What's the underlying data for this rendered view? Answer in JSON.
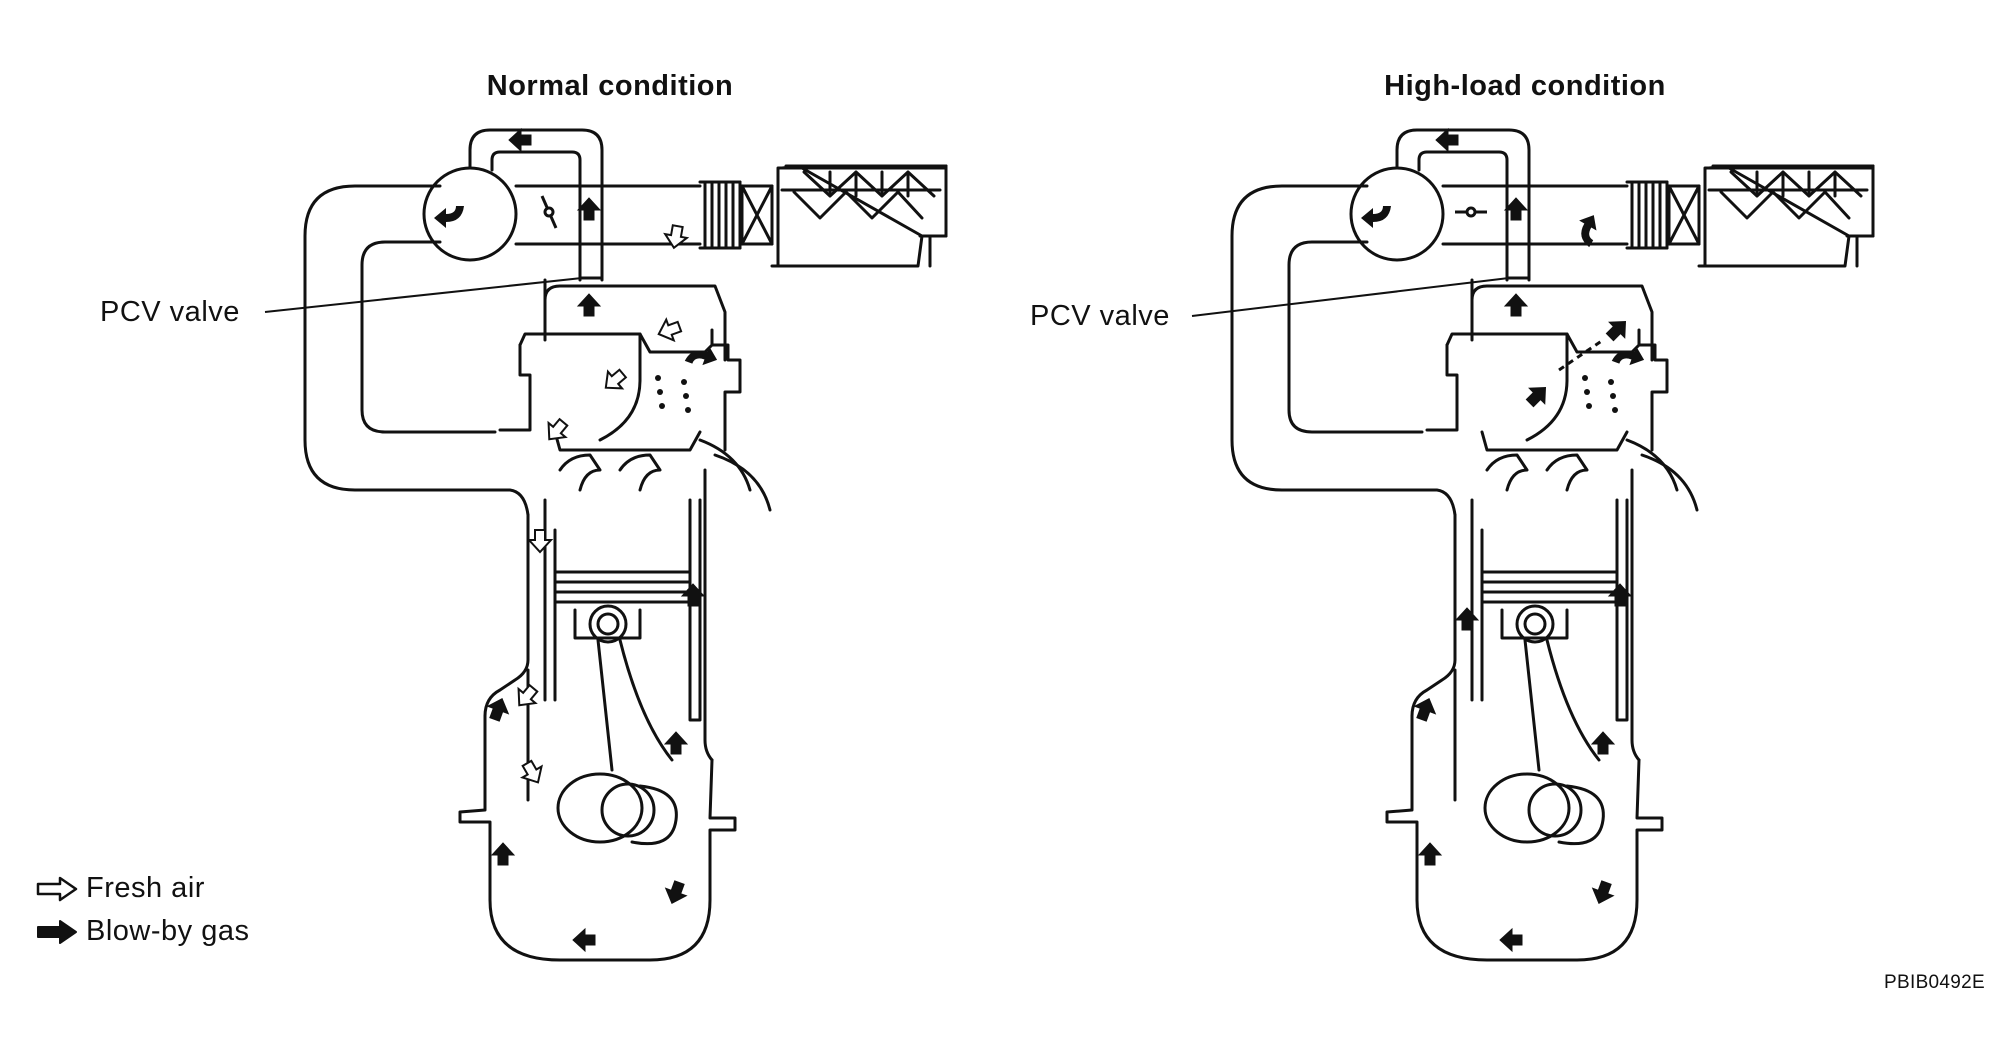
{
  "panels": {
    "normal": {
      "title": "Normal condition",
      "pcv_label": "PCV valve"
    },
    "high_load": {
      "title": "High-load condition",
      "pcv_label": "PCV valve"
    }
  },
  "legend": {
    "fresh_air": "Fresh air",
    "blow_by": "Blow-by gas"
  },
  "figure_code": "PBIB0492E",
  "colors": {
    "line": "#111111",
    "background": "#ffffff"
  },
  "icons": {
    "fresh_air": "hollow-arrow-icon",
    "blow_by": "solid-arrow-icon"
  }
}
